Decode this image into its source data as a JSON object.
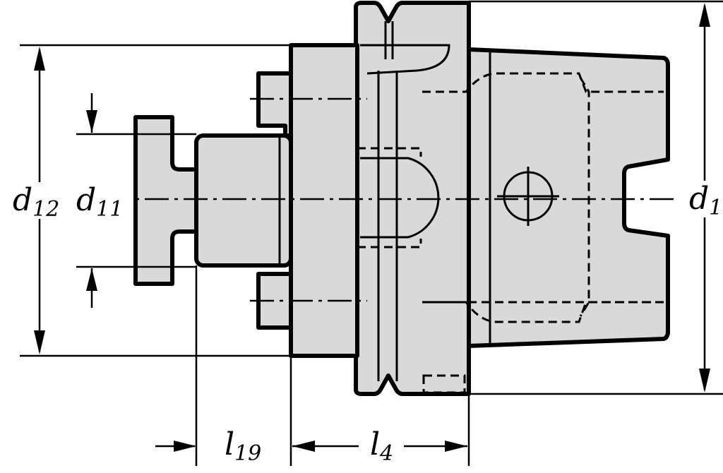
{
  "labels": {
    "d12": {
      "main": "d",
      "sub": "12"
    },
    "d11": {
      "main": "d",
      "sub": "11"
    },
    "d1": {
      "main": "d",
      "sub": "1"
    },
    "l19": {
      "main": "l",
      "sub": "19"
    },
    "l4": {
      "main": "l",
      "sub": "4"
    }
  }
}
